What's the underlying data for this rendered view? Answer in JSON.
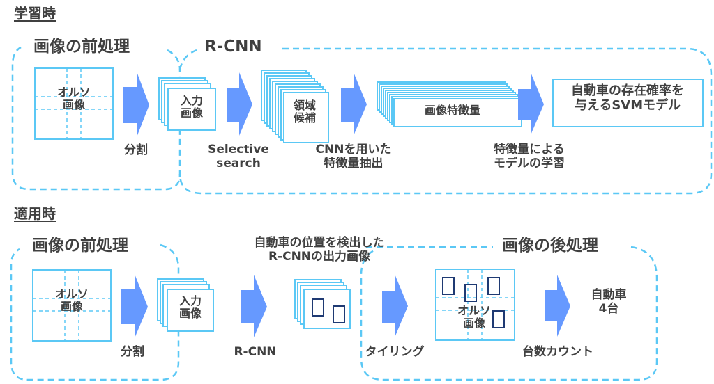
{
  "colors": {
    "dash_border": "#5bc8f5",
    "box_border": "#5bc8f5",
    "arrow": "#6699ff",
    "detection_box": "#1f3a73",
    "text": "#404040"
  },
  "training": {
    "section_title": "学習時",
    "preprocess_group": "画像の前処理",
    "rcnn_group": "R-CNN",
    "ortho_image": [
      "オルソ",
      "画像"
    ],
    "split_label": "分割",
    "input_image": [
      "入力",
      "画像"
    ],
    "selective_search_label": [
      "Selective",
      "search"
    ],
    "region_proposals": [
      "領域",
      "候補"
    ],
    "cnn_label": [
      "CNNを用いた",
      "特徴量抽出"
    ],
    "image_features": "画像特徴量",
    "model_training_label": [
      "特徴量による",
      "モデルの学習"
    ],
    "svm_model": [
      "自動車の存在確率を",
      "与えるSVMモデル"
    ]
  },
  "application": {
    "section_title": "適用時",
    "preprocess_group": "画像の前処理",
    "postprocess_group": "画像の後処理",
    "ortho_image": [
      "オルソ",
      "画像"
    ],
    "split_label": "分割",
    "input_image": [
      "入力",
      "画像"
    ],
    "rcnn_label": "R-CNN",
    "rcnn_output_caption": [
      "自動車の位置を検出した",
      "R-CNNの出力画像"
    ],
    "tiling_label": "タイリング",
    "ortho_image_result": [
      "オルソ",
      "画像"
    ],
    "count_label": "台数カウント",
    "result": [
      "自動車",
      "4台"
    ]
  }
}
